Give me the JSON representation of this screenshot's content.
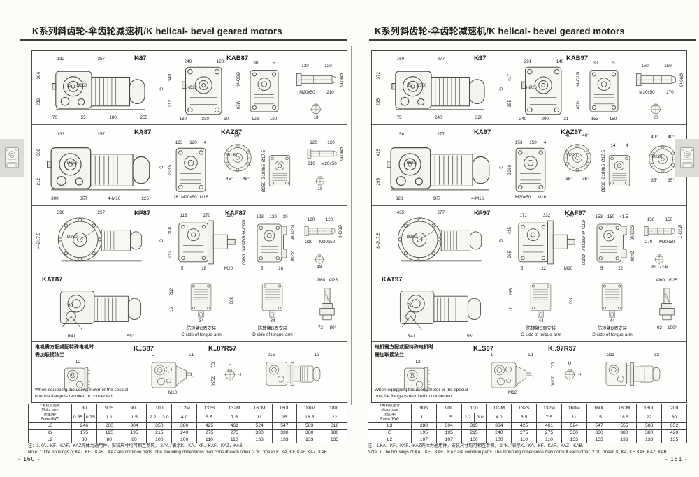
{
  "pages": [
    {
      "header": "K系列斜齿轮-伞齿轮减速机/K helical- bevel geared motors",
      "page_number": "- 160 -",
      "rows": [
        {
          "titles": [
            "K87",
            "KAB87"
          ],
          "drawings": [
            {
              "top": [
                "132",
                "257",
                "L3"
              ],
              "left": [
                "306",
                "238"
              ],
              "right": [
                "G"
              ],
              "mid": [
                "32",
                "Ø250"
              ],
              "bottom": [
                "70",
                "55",
                "180",
                "255"
              ]
            },
            {
              "top": [
                "240",
                "120"
              ],
              "left": [
                "340",
                "212"
              ],
              "right": [
                "Ø60m6",
                "M20"
              ],
              "mid": [
                "8-Ø22"
              ],
              "bottom": [
                "180",
                "230",
                "30"
              ]
            },
            {
              "top": [
                "30",
                "5"
              ],
              "bottom": [
                "123",
                "120"
              ]
            },
            {
              "top": [
                "120",
                "120"
              ],
              "right": [
                "Ø90h6"
              ],
              "bottom": [
                "M20x50",
                "210"
              ]
            },
            {
              "bottom": [
                "18"
              ]
            }
          ]
        },
        {
          "titles": [
            "KA87",
            "KAZ87"
          ],
          "drawings": [
            {
              "top": [
                "133",
                "257",
                "L3"
              ],
              "left": [
                "308",
                "212"
              ],
              "right": [
                "G"
              ],
              "mid": [
                "Ø250"
              ],
              "bottom": [
                "300",
                "B向",
                "4-M16",
                "225"
              ]
            },
            {
              "top": [
                "123",
                "120",
                "4"
              ],
              "left": [
                "Ø215"
              ],
              "bottom": [
                "26",
                "M20x50",
                "M16"
              ]
            },
            {
              "top": [
                "60°"
              ],
              "mid": [
                "Ø178"
              ],
              "bottom": [
                "45°",
                "45°"
              ]
            },
            {
              "left": [
                "Ø17.5",
                "Ø180h6",
                "Ø250"
              ]
            },
            {
              "top": [
                "120",
                "120"
              ],
              "right": [
                "Ø90h6"
              ],
              "bottom": [
                "210",
                "M20x50"
              ]
            },
            {
              "bottom": [
                "18"
              ]
            }
          ]
        },
        {
          "titles": [
            "KF87",
            "KAF87"
          ],
          "drawings": [
            {
              "top": [
                "390",
                "257",
                "L3"
              ],
              "left": [
                "4-Ø17.5"
              ],
              "right": [
                "G"
              ],
              "mid": [
                "Ø250"
              ]
            },
            {
              "top": [
                "116",
                "270",
                "120"
              ],
              "left": [
                "308",
                "212"
              ],
              "right": [
                "Ø60m6",
                "Ø250h6",
                "Ø350"
              ],
              "bottom": [
                "5",
                "18",
                "M20"
              ]
            },
            {
              "top": [
                "123",
                "120",
                "30"
              ],
              "right": [
                "Ø250h6",
                "Ø350"
              ],
              "bottom": [
                "5",
                "18"
              ]
            },
            {
              "top": [
                "120",
                "120"
              ],
              "right": [
                "Ø90h6"
              ],
              "bottom": [
                "210",
                "M20x50"
              ]
            },
            {
              "bottom": [
                "18"
              ]
            }
          ]
        },
        {
          "titles": [
            "KAT87"
          ],
          "captions": {
            "c": {
              "zh": "防转臂C面安装",
              "en": "C side of torque-arm"
            },
            "d": {
              "zh": "防转臂D面安装",
              "en": "D side of torque-arm"
            }
          },
          "drawings": [
            {
              "mid": [
                "60"
              ],
              "bottom": [
                "R41",
                "55°"
              ]
            },
            {
              "left": [
                "212",
                "16"
              ],
              "right": [
                "300"
              ],
              "bottom": [
                "34"
              ]
            },
            {
              "bottom": [
                "34"
              ]
            },
            {
              "top": [
                "Ø60",
                "Ø25"
              ],
              "bottom": [
                "72",
                "80°"
              ]
            }
          ]
        },
        {
          "titles": [
            "K..S87",
            "K..87R57"
          ],
          "drawings": [
            {
              "top": [
                "L2"
              ]
            },
            {
              "top": [
                "L",
                "L1"
              ],
              "right": [
                "D1",
                "Ø250"
              ],
              "bottom": [
                "M10"
              ]
            },
            {
              "top": [
                "U"
              ],
              "right": [
                "T"
              ]
            },
            {
              "top": [
                "216",
                "L3"
              ]
            }
          ]
        }
      ],
      "flange_note": {
        "zh1": "电机需方配或配特殊电机时",
        "zh2": "需加联接法兰",
        "en1": "When equipping the user's motor or the special",
        "en2": "one,the flange is required to connected."
      },
      "table": {
        "corner": {
          "zh": "Y电机机座号",
          "en": "Motor size"
        },
        "columns": [
          "80",
          "90S",
          "90L",
          "100",
          "112M",
          "132S",
          "132M",
          "160M",
          "160L",
          "180M",
          "180L"
        ],
        "rows": [
          {
            "label": {
              "zh": "功率/4P",
              "en": "Power(KW)"
            },
            "values": [
              "0.55|0.75",
              "1.1",
              "1.5",
              "2.2|3.0",
              "4.0",
              "5.5",
              "7.5",
              "11",
              "15",
              "18.5",
              "22"
            ]
          },
          {
            "label": "L3",
            "values": [
              "246",
              "280",
              "304",
              "350",
              "380",
              "425",
              "461",
              "524",
              "547",
              "583",
              "616"
            ]
          },
          {
            "label": "G",
            "values": [
              "175",
              "195",
              "195",
              "215",
              "240",
              "275",
              "275",
              "330",
              "330",
              "380",
              "380"
            ]
          },
          {
            "label": "L2",
            "values": [
              "80",
              "80",
              "80",
              "100",
              "100",
              "110",
              "110",
              "133",
              "133",
              "133",
              "133"
            ]
          }
        ]
      },
      "notes": {
        "zh": "注：1.KA、KF、KAF、KAZ壳体为通用件，安装尺寸均可相互参照。  2.\"K..\"表示K、KA、KF、KAF、KAZ、KAB.",
        "en": "Note: 1.The housings of KA、KF、KAF、KAZ are common parts. The mounting dimensions may consult each other.   2.\"K..\"mean K, KA, KF, KAF, KAZ, KAB."
      }
    },
    {
      "header": "K系列斜齿轮-伞齿轮减速机/K helical- bevel geared motors",
      "page_number": "- 161 -",
      "rows": [
        {
          "titles": [
            "K97",
            "KAB97"
          ],
          "drawings": [
            {
              "top": [
                "160",
                "277",
                "L3"
              ],
              "left": [
                "372",
                "295"
              ],
              "right": [
                "G"
              ],
              "mid": [
                "35",
                "Ø300"
              ],
              "bottom": [
                "75",
                "240",
                "320"
              ]
            },
            {
              "top": [
                "291",
                "140"
              ],
              "left": [
                "417",
                "355"
              ],
              "right": [
                "Ø70m6",
                "M20"
              ],
              "mid": [
                "8-Ø26"
              ],
              "bottom": [
                "240",
                "290",
                "31"
              ]
            },
            {
              "top": [
                "30",
                "5"
              ],
              "bottom": [
                "153",
                "150"
              ]
            },
            {
              "top": [
                "150",
                "150"
              ],
              "right": [
                "Ø90h6"
              ],
              "bottom": [
                "M20x50",
                "270"
              ]
            },
            {
              "bottom": [
                "20"
              ]
            }
          ]
        },
        {
          "titles": [
            "KA97",
            "KAZ97"
          ],
          "drawings": [
            {
              "top": [
                "158",
                "277",
                "L3"
              ],
              "left": [
                "415",
                "295"
              ],
              "right": [
                "G"
              ],
              "mid": [
                "Ø300"
              ],
              "bottom": [
                "328",
                "B向",
                "4-M16"
              ]
            },
            {
              "top": [
                "153",
                "150",
                "4"
              ],
              "left": [
                "Ø260"
              ],
              "bottom": [
                "M20x50",
                "M16"
              ]
            },
            {
              "top": [
                "40°",
                "40°"
              ],
              "mid": [
                "Ø220"
              ],
              "bottom": [
                "35°",
                "35°"
              ]
            },
            {
              "top": [
                "14",
                "4"
              ],
              "left": [
                "Ø17.5",
                "Ø180h6",
                "Ø260"
              ]
            },
            {
              "top": [
                "40°",
                "40°"
              ],
              "mid": [
                "Ø220"
              ],
              "bottom": [
                "35°",
                "35°"
              ]
            }
          ]
        },
        {
          "titles": [
            "KF97",
            "KAF97"
          ],
          "drawings": [
            {
              "top": [
                "435",
                "277",
                "L3"
              ],
              "left": [
                "8-Ø17.5"
              ],
              "right": [
                "G"
              ],
              "mid": [
                "Ø300"
              ]
            },
            {
              "top": [
                "171",
                "332",
                "140"
              ],
              "left": [
                "415",
                "265"
              ],
              "right": [
                "Ø70m6",
                "Ø350h6",
                "Ø450"
              ],
              "bottom": [
                "5",
                "22",
                "M20"
              ]
            },
            {
              "top": [
                "153",
                "150",
                "41.5"
              ],
              "right": [
                "Ø350h6",
                "Ø450"
              ],
              "bottom": [
                "5",
                "22"
              ]
            },
            {
              "top": [
                "150",
                "150"
              ],
              "right": [
                "Ø70h7"
              ],
              "bottom": [
                "270",
                "M20x50"
              ]
            },
            {
              "bottom": [
                "20",
                "74.5"
              ]
            }
          ]
        },
        {
          "titles": [
            "KAT97"
          ],
          "captions": {
            "c": {
              "zh": "防转臂C面安装",
              "en": "C side of torque-arm"
            },
            "d": {
              "zh": "防转臂D面安装",
              "en": "D side of torque-arm"
            }
          },
          "drawings": [
            {
              "mid": [
                "70"
              ],
              "bottom": [
                "R41",
                "55°"
              ]
            },
            {
              "left": [
                "265",
                "17"
              ],
              "right": [
                "350"
              ],
              "bottom": [
                "44"
              ]
            },
            {
              "bottom": [
                "44"
              ]
            },
            {
              "top": [
                "Ø60",
                "Ø25"
              ],
              "bottom": [
                "92",
                "100°"
              ]
            }
          ]
        },
        {
          "titles": [
            "K..S97",
            "K..97R57"
          ],
          "drawings": [
            {
              "top": [
                "L2"
              ]
            },
            {
              "top": [
                "L",
                "L1"
              ],
              "right": [
                "D1",
                "Ø300"
              ],
              "bottom": [
                "M12"
              ]
            },
            {
              "top": [
                "U"
              ],
              "right": [
                "T"
              ]
            },
            {
              "top": [
                "211",
                "L3"
              ]
            }
          ]
        }
      ],
      "flange_note": {
        "zh1": "电机需方配或配特殊电机时",
        "zh2": "需加联接法兰",
        "en1": "When equipping the user's motor or the special",
        "en2": "one,the flange is required to connected."
      },
      "table": {
        "corner": {
          "zh": "Y电机机座号",
          "en": "Motor size"
        },
        "columns": [
          "90S",
          "90L",
          "100",
          "112M",
          "132S",
          "132M",
          "160M",
          "160L",
          "180M",
          "180L",
          "200"
        ],
        "rows": [
          {
            "label": {
              "zh": "功率/4P",
              "en": "Power(KW)"
            },
            "values": [
              "1.1",
              "1.5",
              "2.2|3.0",
              "4.0",
              "5.5",
              "7.5",
              "11",
              "15",
              "18.5",
              "22",
              "30"
            ]
          },
          {
            "label": "L3",
            "values": [
              "280",
              "304",
              "315",
              "334",
              "425",
              "461",
              "524",
              "547",
              "555",
              "588",
              "652"
            ]
          },
          {
            "label": "G",
            "values": [
              "195",
              "195",
              "215",
              "240",
              "275",
              "275",
              "330",
              "330",
              "380",
              "380",
              "420"
            ]
          },
          {
            "label": "L2",
            "values": [
              "107",
              "107",
              "100",
              "100",
              "110",
              "110",
              "133",
              "133",
              "133",
              "133",
              "135"
            ]
          }
        ]
      },
      "notes": {
        "zh": "注：1.KA、KF、KAF、KAZ壳体为通用件，安装尺寸均可相互参照。  2.\"K..\"表示K、KA、KF、KAF、KAZ、KAB.",
        "en": "Note: 1.The housings of KA、KF、KAF、KAZ are common parts. The mounting dimensions may consult each other.   2.\"K..\"mean K, KA, KF, KAF, KAZ, KAB."
      }
    }
  ]
}
